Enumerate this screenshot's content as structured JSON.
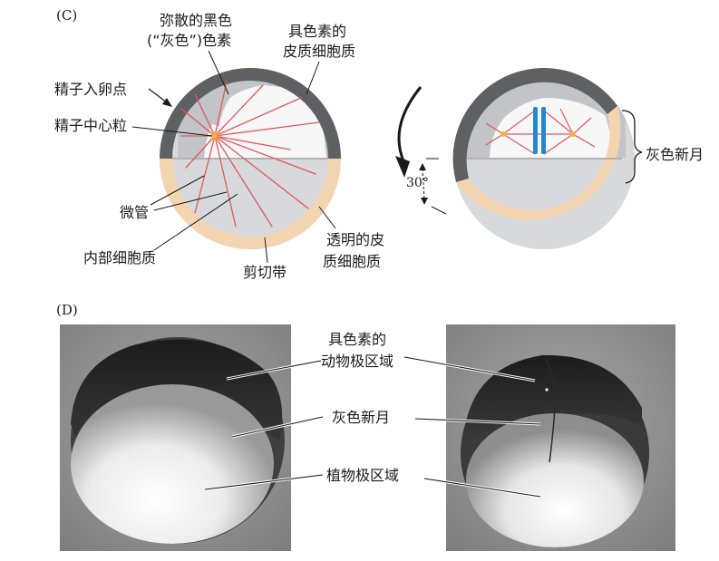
{
  "panel_c": {
    "letter": "(C)",
    "labels": {
      "diffuse_pigment_line1": "弥散的黑色",
      "diffuse_pigment_line2": "(“灰色”)色素",
      "pigmented_cortex_line1": "具色素的",
      "pigmented_cortex_line2": "皮质细胞质",
      "sperm_entry_point": "精子入卵点",
      "sperm_centriole": "精子中心粒",
      "microtubules": "微管",
      "inner_cytoplasm": "内部细胞质",
      "clear_cortex_line1": "透明的皮",
      "clear_cortex_line2": "质细胞质",
      "shear_zone": "剪切带",
      "gray_crescent": "灰色新月",
      "rotation_angle": "30°"
    },
    "colors": {
      "pigment_dark": "#5f6063",
      "cytoplasm_gray": "#d8d9dc",
      "clear_cortex": "#f3d5b1",
      "microtubule_red": "#e0585a",
      "centriole_yellow": "#f4b53c",
      "spindle_blue": "#1f88d1"
    }
  },
  "panel_d": {
    "letter": "(D)",
    "labels": {
      "animal_pole_line1": "具色素的",
      "animal_pole_line2": "动物极区域",
      "gray_crescent": "灰色新月",
      "vegetal_pole": "植物极区域"
    }
  }
}
